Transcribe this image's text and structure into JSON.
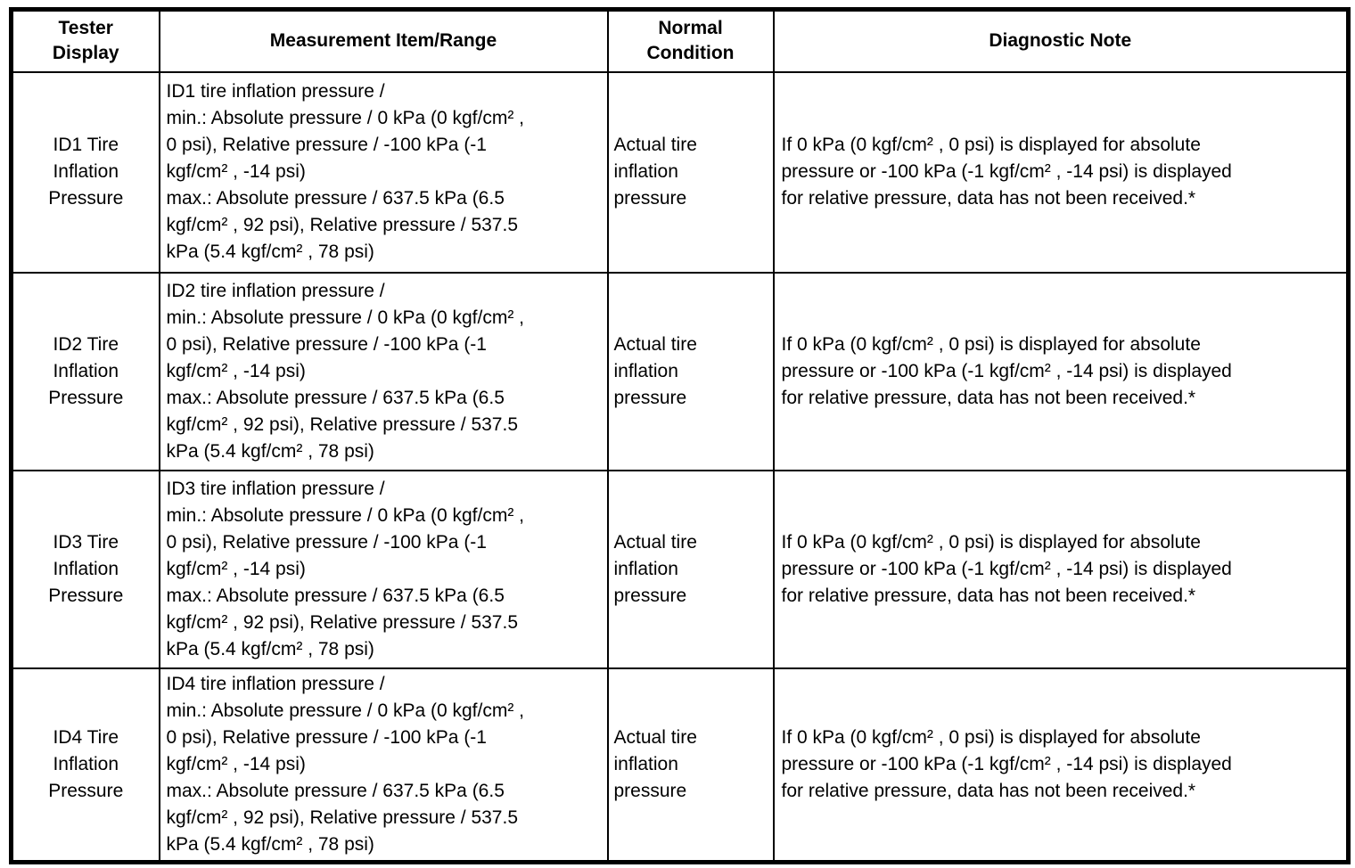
{
  "table": {
    "headers": [
      "Tester\nDisplay",
      "Measurement Item/Range",
      "Normal\nCondition",
      "Diagnostic Note"
    ],
    "rows": [
      {
        "tester_display": "ID1 Tire\nInflation\nPressure",
        "measurement_item_range": "ID1 tire inflation pressure /\nmin.: Absolute pressure / 0 kPa (0 kgf/cm² ,\n0 psi), Relative pressure / -100 kPa (-1\nkgf/cm² , -14 psi)\nmax.: Absolute pressure / 637.5 kPa (6.5\nkgf/cm² , 92 psi), Relative pressure / 537.5\nkPa (5.4 kgf/cm² , 78 psi)",
        "normal_condition": "Actual tire\ninflation\npressure",
        "diagnostic_note": "If 0 kPa (0 kgf/cm² , 0 psi) is displayed for absolute\npressure or -100 kPa (-1 kgf/cm² , -14 psi) is displayed\nfor relative pressure, data has not been received.*"
      },
      {
        "tester_display": "ID2 Tire\nInflation\nPressure",
        "measurement_item_range": "ID2 tire inflation pressure /\nmin.: Absolute pressure / 0 kPa (0 kgf/cm² ,\n0 psi), Relative pressure / -100 kPa (-1\nkgf/cm² , -14 psi)\nmax.: Absolute pressure / 637.5 kPa (6.5\nkgf/cm² , 92 psi), Relative pressure / 537.5\nkPa (5.4 kgf/cm² , 78 psi)",
        "normal_condition": "Actual tire\ninflation\npressure",
        "diagnostic_note": "If 0 kPa (0 kgf/cm² , 0 psi) is displayed for absolute\npressure or -100 kPa (-1 kgf/cm² , -14 psi) is displayed\nfor relative pressure, data has not been received.*"
      },
      {
        "tester_display": "ID3 Tire\nInflation\nPressure",
        "measurement_item_range": "ID3 tire inflation pressure /\nmin.: Absolute pressure / 0 kPa (0 kgf/cm² ,\n0 psi), Relative pressure / -100 kPa (-1\nkgf/cm² , -14 psi)\nmax.: Absolute pressure / 637.5 kPa (6.5\nkgf/cm² , 92 psi), Relative pressure / 537.5\nkPa (5.4 kgf/cm² , 78 psi)",
        "normal_condition": "Actual tire\ninflation\npressure",
        "diagnostic_note": "If 0 kPa (0 kgf/cm² , 0 psi) is displayed for absolute\npressure or -100 kPa (-1 kgf/cm² , -14 psi) is displayed\nfor relative pressure, data has not been received.*"
      },
      {
        "tester_display": "ID4 Tire\nInflation\nPressure",
        "measurement_item_range": "ID4 tire inflation pressure /\nmin.: Absolute pressure / 0 kPa (0 kgf/cm² ,\n0 psi), Relative pressure / -100 kPa (-1\nkgf/cm² , -14 psi)\nmax.: Absolute pressure / 637.5 kPa (6.5\nkgf/cm² , 92 psi), Relative pressure / 537.5\nkPa (5.4 kgf/cm² , 78 psi)",
        "normal_condition": "Actual tire\ninflation\npressure",
        "diagnostic_note": "If 0 kPa (0 kgf/cm² , 0 psi) is displayed for absolute\npressure or -100 kPa (-1 kgf/cm² , -14 psi) is displayed\nfor relative pressure, data has not been received.*"
      }
    ]
  }
}
